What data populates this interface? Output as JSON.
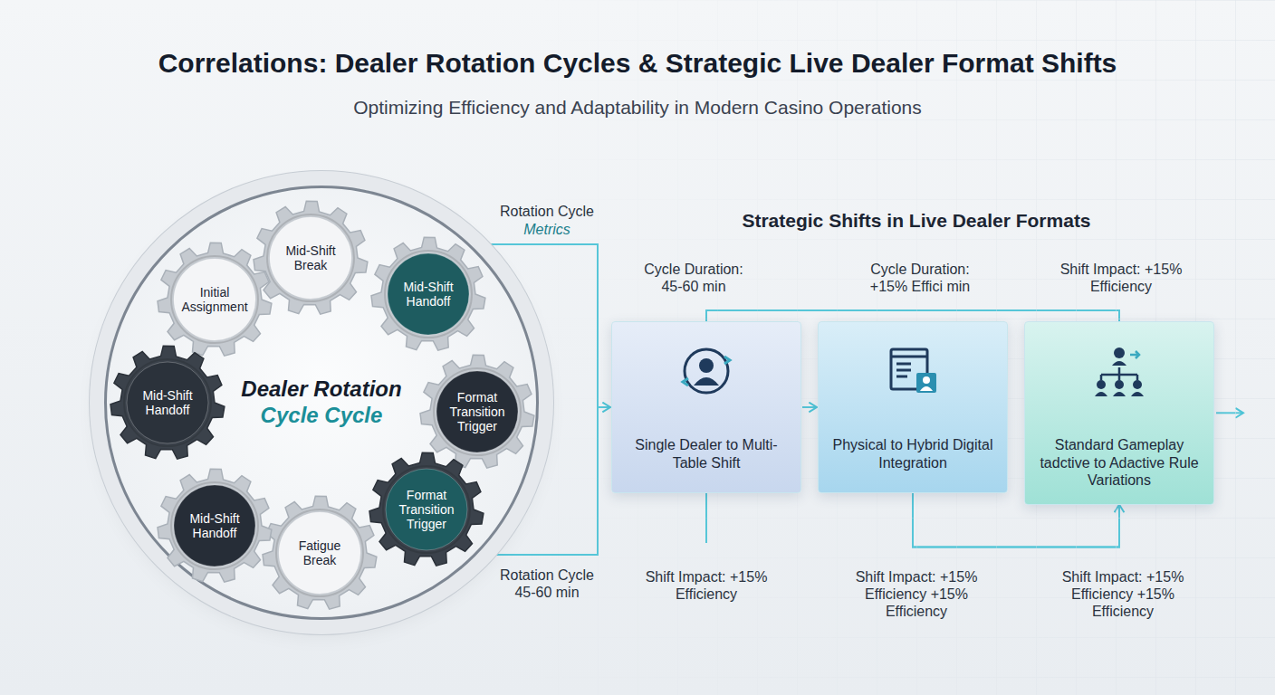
{
  "diagram": {
    "title": "Correlations: Dealer Rotation Cycles & Strategic Live Dealer Format Shifts",
    "nodes": [
      {
        "text": [
          "Dealer Rotation",
          "Cycle Cycle"
        ]
      },
      {
        "text": [
          "Initial Assignment"
        ],
        "in": 0
      },
      {
        "text": [
          "Mid-Shift Break"
        ],
        "in": 0
      },
      {
        "text": [
          "Mid-Shift Handoff"
        ],
        "in": 0
      },
      {
        "text": [
          "Format Transition Trigger"
        ],
        "in": 0
      },
      {
        "text": [
          "Format Transition Trigger"
        ],
        "in": 0
      },
      {
        "text": [
          "Fatigue Break"
        ],
        "in": 0
      },
      {
        "text": [
          "Mid-Shift Handoff"
        ],
        "in": 0
      },
      {
        "text": [
          "Mid-Shift Handoff"
        ],
        "in": 0
      },
      {
        "text": [
          "Single Dealer to Multi-Table Shift"
        ]
      },
      {
        "text": [
          "Physical to Hybrid Digital Integration"
        ]
      },
      {
        "text": [
          "Standard Gameplay tadctive to Adactive Rule Variations"
        ]
      }
    ],
    "edges": [
      {
        "from": 0,
        "to": 9,
        "arrow": "to"
      },
      {
        "from": 9,
        "to": 10,
        "arrow": "to"
      },
      {
        "from": 10,
        "to": 11,
        "arrow": "to"
      },
      {
        "from": 9,
        "to": 11,
        "arrow": "none"
      },
      {
        "from": 10,
        "to": 11,
        "arrow": "none"
      }
    ],
    "labels": [
      "Optimizing Efficiency and Adaptability in Modern Casino Operations",
      "Rotation Cycle",
      "Metrics",
      "Strategic Shifts in Live Dealer Formats",
      "Cycle Duration: 45-60 min",
      "Cycle Duration: +15% Effici min",
      "Shift Impact: +15% Efficiency",
      "Rotation Cycle 45-60 min",
      "Shift Impact: +15% Efficiency",
      "Shift Impact: +15% Efficiency +15% Efficiency",
      "Shift Impact: +15% Efficiency +15% Efficiency"
    ]
  }
}
